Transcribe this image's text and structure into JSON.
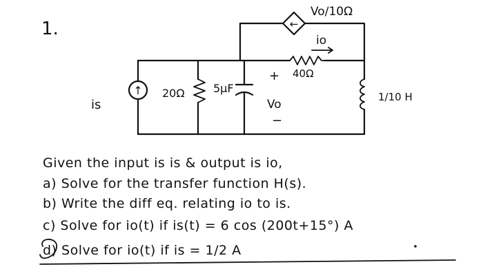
{
  "problem_number": "1.",
  "circuit": {
    "source_label": "is",
    "source_arrow": "↑",
    "r1_label": "20Ω",
    "cap_label": "5μF",
    "cap_plus": "+",
    "cap_minus": "−",
    "vo_label": "Vo",
    "r2_label": "40Ω",
    "io_label": "io",
    "dep_source_label": "Vo/10Ω",
    "dep_source_arrow": "←",
    "inductor_label": "1/10 H"
  },
  "question": {
    "intro": "Given the input is is & output is io,",
    "a": "a) Solve for the transfer function H(s).",
    "b": "b) Write the diff eq. relating io to is.",
    "c": "c) Solve for io(t) if is(t) = 6 cos (200t+15°) A",
    "d": "d) Solve for io(t) if is = 1/2 A"
  }
}
